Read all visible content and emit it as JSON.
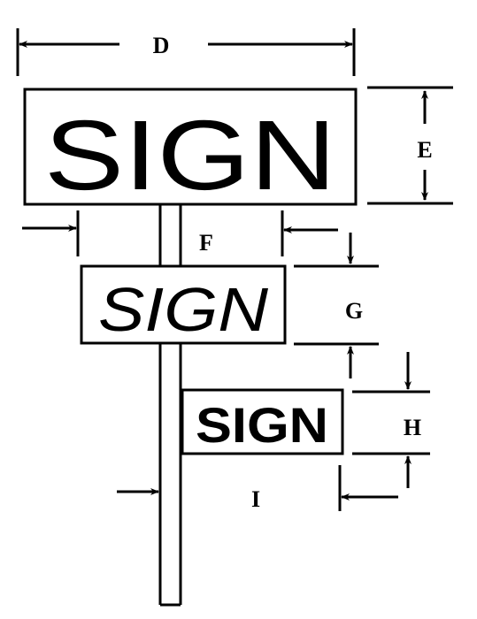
{
  "signs": {
    "top": {
      "text": "SIGN"
    },
    "middle": {
      "text": "SIGN"
    },
    "bottom": {
      "text": "SIGN"
    }
  },
  "dimensions": {
    "d": "D",
    "e": "E",
    "f": "F",
    "g": "G",
    "h": "H",
    "i": "I"
  },
  "colors": {
    "ink": "#000000",
    "paper": "#ffffff"
  }
}
